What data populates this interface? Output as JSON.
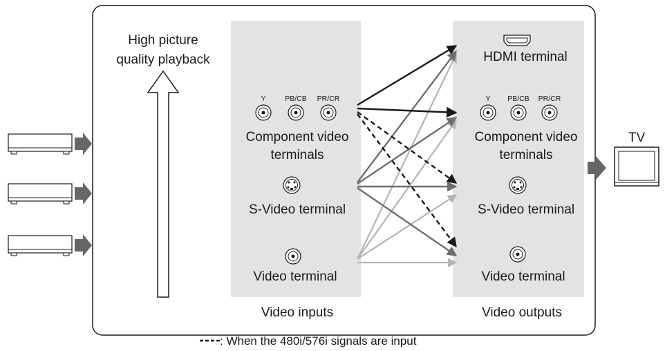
{
  "title_block": {
    "line1": "High picture",
    "line2": "quality playback"
  },
  "inputs": {
    "panel_label": "Video inputs",
    "component": {
      "label_line1": "Component video",
      "label_line2": "terminals",
      "jack_labels": [
        "Y",
        "PB/CB",
        "PR/CR"
      ]
    },
    "svideo": {
      "label": "S-Video terminal"
    },
    "video": {
      "label": "Video terminal"
    }
  },
  "outputs": {
    "panel_label": "Video outputs",
    "hdmi": {
      "label": "HDMI terminal"
    },
    "component": {
      "label_line1": "Component video",
      "label_line2": "terminals",
      "jack_labels": [
        "Y",
        "PB/CB",
        "PR/CR"
      ]
    },
    "svideo": {
      "label": "S-Video terminal"
    },
    "video": {
      "label": "Video terminal"
    }
  },
  "tv": {
    "label": "TV"
  },
  "legend": {
    "symbol": "----",
    "text": ": When the 480i/576i signals are input"
  },
  "colors": {
    "panel_bg": "#e3e3e3",
    "arrow_black": "#1a1a1a",
    "arrow_dark_gray": "#6e6e6e",
    "arrow_light_gray": "#b4b4b4",
    "block_arrow": "#666666"
  }
}
